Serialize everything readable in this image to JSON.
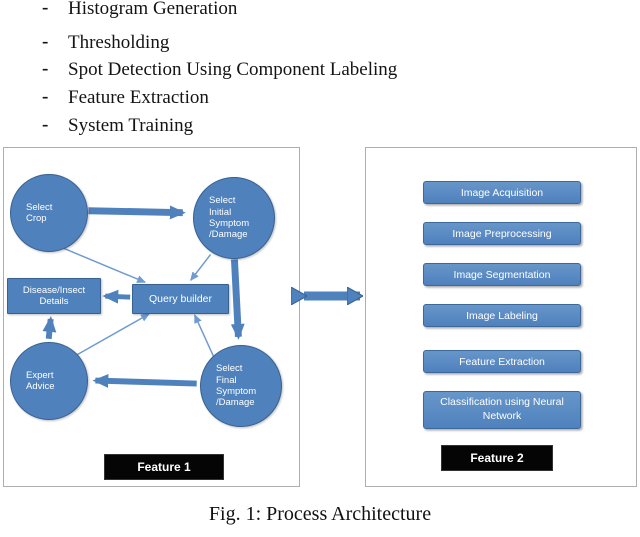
{
  "bullets": [
    "Histogram Generation",
    "Thresholding",
    "Spot Detection Using Component Labeling",
    "Feature Extraction",
    "System Training"
  ],
  "left_panel": {
    "nodes": {
      "select_crop": "Select Crop",
      "select_initial": "Select Initial Symptom /Damage",
      "query_builder": "Query builder",
      "disease_details": "Disease/Insect Details",
      "expert_advice": "Expert Advice",
      "select_final": "Select Final Symptom /Damage"
    },
    "label": "Feature 1"
  },
  "right_panel": {
    "steps": [
      "Image Acquisition",
      "Image Preprocessing",
      "Image Segmentation",
      "Image Labeling",
      "Feature Extraction",
      "Classification using Neural Network"
    ],
    "label": "Feature 2"
  },
  "caption": "Fig. 1: Process Architecture",
  "colors": {
    "shape_blue": "#4f81bd",
    "shape_border": "#38618f",
    "panel_border": "#aeaeae"
  }
}
